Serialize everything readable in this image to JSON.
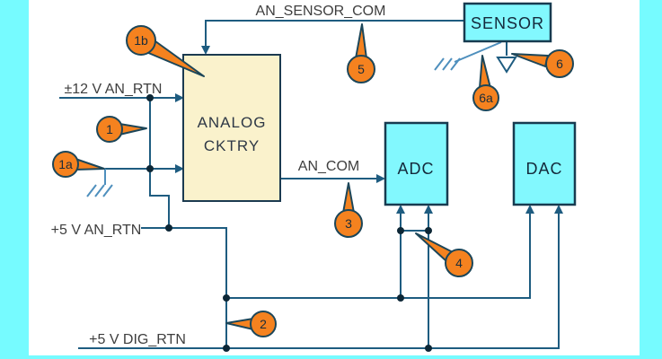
{
  "diagram": {
    "title_context": "analog-digital grounding diagram",
    "blocks": {
      "analog": {
        "line1": "ANALOG",
        "line2": "CKTRY"
      },
      "adc": {
        "label": "ADC"
      },
      "dac": {
        "label": "DAC"
      },
      "sensor": {
        "label": "SENSOR"
      }
    },
    "wire_labels": {
      "sensor_com": "AN_SENSOR_COM",
      "an_rtn_12v": "±12 V AN_RTN",
      "an_com": "AN_COM",
      "an_rtn_5v": "+5 V AN_RTN",
      "dig_rtn_5v": "+5 V DIG_RTN"
    },
    "callouts": [
      {
        "label": "1b"
      },
      {
        "label": "1"
      },
      {
        "label": "1a"
      },
      {
        "label": "2"
      },
      {
        "label": "3"
      },
      {
        "label": "4"
      },
      {
        "label": "5"
      },
      {
        "label": "6"
      },
      {
        "label": "6a"
      }
    ],
    "colors": {
      "frame_cyan": "#76FBFF",
      "block_cyan_fill": "#82F8FE",
      "analog_cream_fill": "#FAF2CC",
      "wire_dark": "#1E5C80",
      "wire_light": "#4E8FBD",
      "callout_orange": "#F5821F",
      "outline_navy": "#1C4659"
    }
  }
}
